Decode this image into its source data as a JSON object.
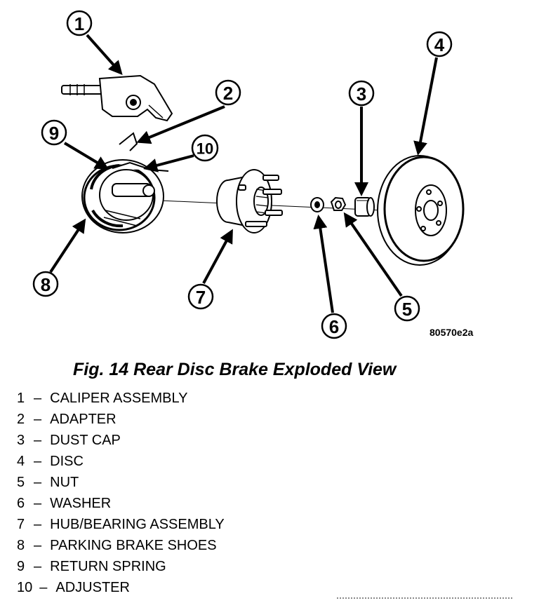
{
  "figure": {
    "code": "80570e2a",
    "caption": "Fig. 14 Rear Disc Brake Exploded View"
  },
  "callouts": [
    "1",
    "2",
    "3",
    "4",
    "5",
    "6",
    "7",
    "8",
    "9",
    "10"
  ],
  "legend": [
    {
      "num": "1",
      "label": "CALIPER ASSEMBLY"
    },
    {
      "num": "2",
      "label": "ADAPTER"
    },
    {
      "num": "3",
      "label": "DUST CAP"
    },
    {
      "num": "4",
      "label": "DISC"
    },
    {
      "num": "5",
      "label": "NUT"
    },
    {
      "num": "6",
      "label": "WASHER"
    },
    {
      "num": "7",
      "label": "HUB/BEARING ASSEMBLY"
    },
    {
      "num": "8",
      "label": "PARKING BRAKE SHOES"
    },
    {
      "num": "9",
      "label": "RETURN SPRING"
    },
    {
      "num": "10",
      "label": "ADJUSTER"
    }
  ],
  "colors": {
    "ink": "#000000",
    "paper": "#ffffff"
  }
}
